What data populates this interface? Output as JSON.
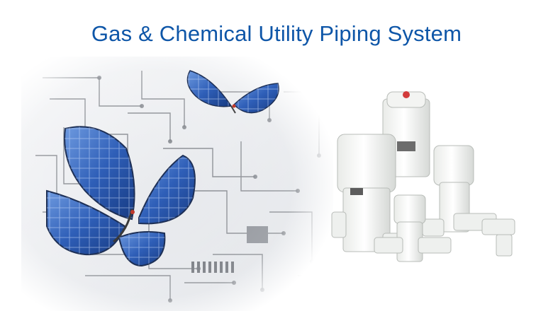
{
  "banner": {
    "title": "Gas & Chemical Utility Piping System",
    "accent_color": "#0e56a8"
  },
  "illustration": {
    "background": "circuit-board",
    "butterflies": [
      "solar-panel-butterfly-small",
      "solar-panel-butterfly-large"
    ],
    "products": [
      "pfa-valve-tall",
      "pfa-valve-large",
      "pfa-valve-medium",
      "pfa-valve-small"
    ]
  }
}
